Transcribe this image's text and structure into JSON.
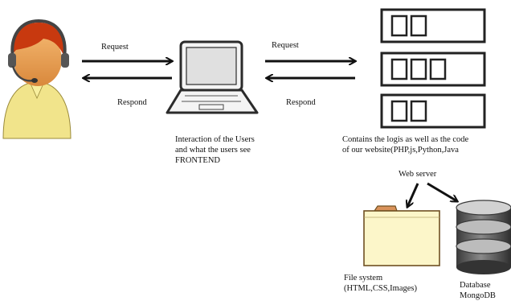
{
  "labels": {
    "request_left": "Request",
    "respond_left": "Respond",
    "request_right": "Request",
    "respond_right": "Respond",
    "frontend_line1": "Interaction of the Users",
    "frontend_line2": "and what the users see",
    "frontend_line3": "FRONTEND",
    "backend_line1": "Contains the logis as well as the code",
    "backend_line2": "of our website(PHP,js,Python,Java",
    "web_server": "Web server",
    "filesystem_line1": "File system",
    "filesystem_line2": "(HTML,CSS,Images)",
    "database_line1": "Database",
    "database_line2": "MongoDB"
  },
  "icons": {
    "user": "user-with-headset-icon",
    "laptop": "laptop-icon",
    "servers": "server-rack-icon",
    "folder": "folder-icon",
    "database": "database-icon"
  },
  "colors": {
    "skin": "#e39a4e",
    "hair": "#c8390f",
    "shirt": "#f1e48b",
    "folder": "#fcf6c9",
    "folder_tab": "#d9925a",
    "db_dark": "#444444",
    "db_light": "#bcbcbc"
  }
}
